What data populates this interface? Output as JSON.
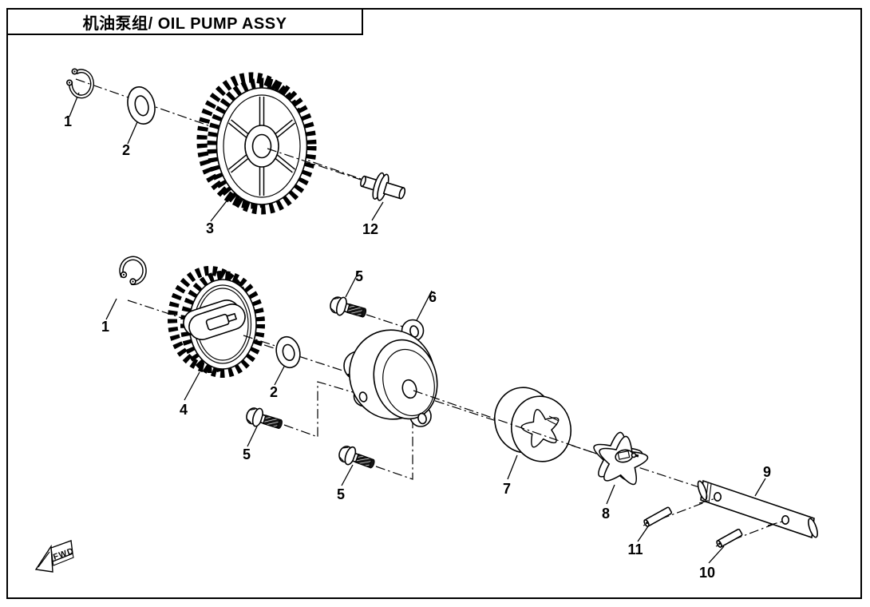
{
  "page": {
    "title": "机油泵组/ OIL PUMP ASSY"
  },
  "fwd_marker": {
    "label": "FWD"
  },
  "callouts": [
    {
      "number": "1"
    },
    {
      "number": "2"
    },
    {
      "number": "3"
    },
    {
      "number": "12"
    },
    {
      "number": "1"
    },
    {
      "number": "4"
    },
    {
      "number": "2"
    },
    {
      "number": "5"
    },
    {
      "number": "6"
    },
    {
      "number": "5"
    },
    {
      "number": "5"
    },
    {
      "number": "7"
    },
    {
      "number": "8"
    },
    {
      "number": "9"
    },
    {
      "number": "11"
    },
    {
      "number": "10"
    }
  ]
}
